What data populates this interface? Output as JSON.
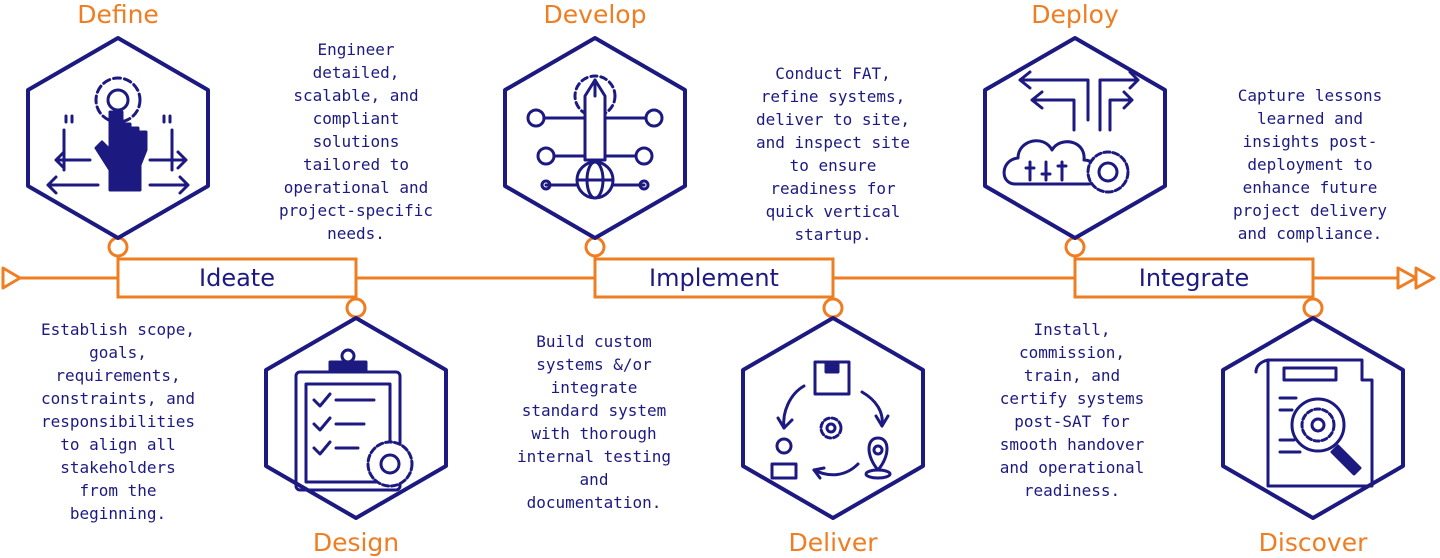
{
  "colors": {
    "accent": "#ef7d22",
    "primary": "#1c1a80",
    "background": "#ffffff"
  },
  "stages": [
    {
      "title": "Define",
      "icon": "hand-tap-gear-arrows-icon"
    },
    {
      "title": "Design",
      "icon": "clipboard-checklist-gear-icon"
    },
    {
      "title": "Develop",
      "icon": "pencil-globe-network-icon"
    },
    {
      "title": "Deliver",
      "icon": "delivery-cycle-box-person-pin-icon"
    },
    {
      "title": "Deploy",
      "icon": "cloud-settings-arrows-icon"
    },
    {
      "title": "Discover",
      "icon": "document-magnifier-gear-icon"
    }
  ],
  "phases": [
    {
      "label": "Ideate"
    },
    {
      "label": "Implement"
    },
    {
      "label": "Integrate"
    }
  ],
  "descriptions": {
    "define": "Establish scope,\ngoals,\nrequirements,\nconstraints, and\nresponsibilities\nto align all\nstakeholders\nfrom the\nbeginning.",
    "design": "Engineer\ndetailed,\nscalable, and\ncompliant\nsolutions\ntailored to\noperational and\nproject-specific\nneeds.",
    "develop": "Build custom\nsystems &/or\nintegrate\nstandard system\nwith thorough\ninternal testing\nand\ndocumentation.",
    "deliver": "Conduct FAT,\nrefine systems,\ndeliver to site,\nand inspect site\nto ensure\nreadiness for\nquick vertical\nstartup.",
    "deploy": "Install,\ncommission,\ntrain, and\ncertify systems\npost-SAT for\nsmooth handover\nand operational\nreadiness.",
    "discover": "Capture lessons\nlearned and\ninsights post-\ndeployment to\nenhance future\nproject delivery\nand compliance."
  }
}
